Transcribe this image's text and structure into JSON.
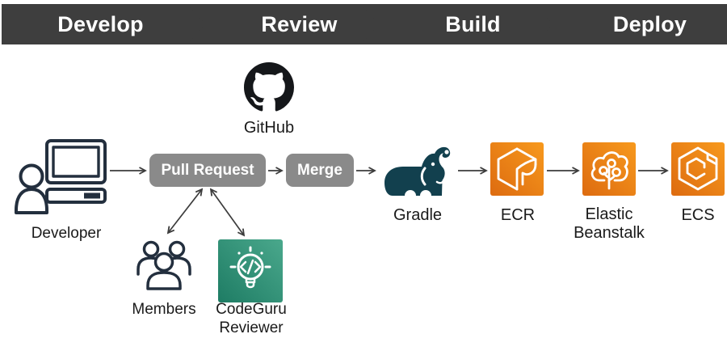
{
  "banner": {
    "stages": [
      {
        "label": "Develop"
      },
      {
        "label": "Review"
      },
      {
        "label": "Build"
      },
      {
        "label": "Deploy"
      }
    ]
  },
  "nodes": {
    "developer": {
      "label": "Developer",
      "icon": "developer-workstation-icon"
    },
    "github": {
      "label": "GitHub",
      "icon": "github-octocat-icon"
    },
    "pull_request": {
      "label": "Pull Request"
    },
    "merge": {
      "label": "Merge"
    },
    "gradle": {
      "label": "Gradle",
      "icon": "gradle-elephant-icon"
    },
    "ecr": {
      "label": "ECR",
      "icon": "aws-ecr-icon"
    },
    "elastic_beanstalk": {
      "line1": "Elastic",
      "line2": "Beanstalk",
      "icon": "aws-elastic-beanstalk-icon"
    },
    "ecs": {
      "label": "ECS",
      "icon": "aws-ecs-icon"
    },
    "members": {
      "label": "Members",
      "icon": "members-group-icon"
    },
    "codeguru_reviewer": {
      "line1": "CodeGuru",
      "line2": "Reviewer",
      "icon": "aws-codeguru-reviewer-icon"
    }
  },
  "flow": [
    "Developer -> Pull Request",
    "Pull Request -> Merge",
    "Merge -> Gradle",
    "Gradle -> ECR",
    "ECR -> Elastic Beanstalk",
    "Elastic Beanstalk -> ECS",
    "Pull Request <-> Members",
    "Pull Request <-> CodeGuru Reviewer"
  ],
  "colors": {
    "bg": "#FFFFFF",
    "banner_bg": "#3E3E3E",
    "banner_text": "#FFFFFF",
    "process_box_bg": "#8A8A8A",
    "process_box_text": "#FFFFFF",
    "outline_navy": "#232F3E",
    "gradle_teal": "#12404E",
    "github_black": "#15171A",
    "aws_orange_start": "#DD6B10",
    "aws_orange_end": "#F7991D",
    "codeguru_teal_start": "#1E7C64",
    "codeguru_teal_end": "#4AA88C",
    "arrow": "#3C3C3C",
    "label_text": "#1A1A1A"
  }
}
